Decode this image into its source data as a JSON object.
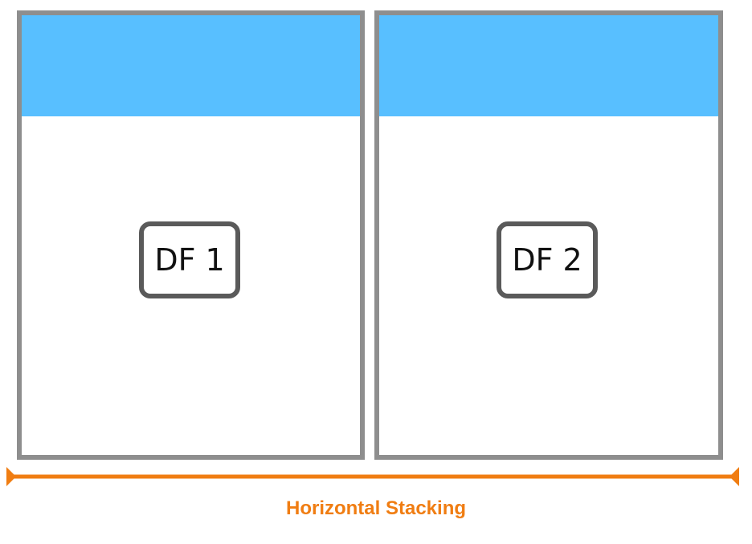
{
  "colors": {
    "frame_border": "#8e8e8e",
    "header_fill": "#58bfff",
    "label_border": "#5a5a5a",
    "accent": "#f07d12"
  },
  "dataframes": [
    {
      "label": "DF 1"
    },
    {
      "label": "DF 2"
    }
  ],
  "caption": "Horizontal Stacking"
}
